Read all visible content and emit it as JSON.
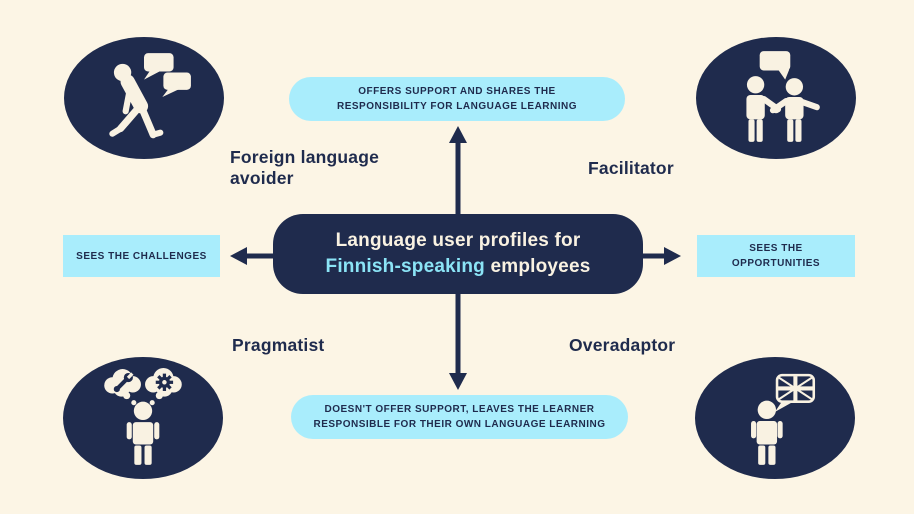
{
  "colors": {
    "background": "#FCF5E5",
    "navy": "#1F2B4D",
    "cyan": "#A9EDFC",
    "highlight": "#8BE4F6",
    "ivory": "#F9F2E2"
  },
  "center": {
    "title_line1": "Language user profiles for",
    "title_highlight": "Finnish-speaking",
    "title_line2_rest": "employees"
  },
  "axis_labels": {
    "top": "OFFERS SUPPORT AND SHARES THE RESPONSIBILITY FOR LANGUAGE LEARNING",
    "bottom": "DOESN'T OFFER SUPPORT, LEAVES THE LEARNER RESPONSIBLE FOR THEIR OWN LANGUAGE LEARNING",
    "left": "SEES THE CHALLENGES",
    "right": "SEES THE OPPORTUNITIES"
  },
  "profiles": [
    {
      "label": "Foreign language avoider",
      "icon": "walking-away-speech-bubbles-icon"
    },
    {
      "label": "Facilitator",
      "icon": "handshake-speech-bubble-icon"
    },
    {
      "label": "Pragmatist",
      "icon": "thought-clouds-wrench-gear-icon"
    },
    {
      "label": "Overadaptor",
      "icon": "uk-flag-speech-bubble-icon"
    }
  ]
}
